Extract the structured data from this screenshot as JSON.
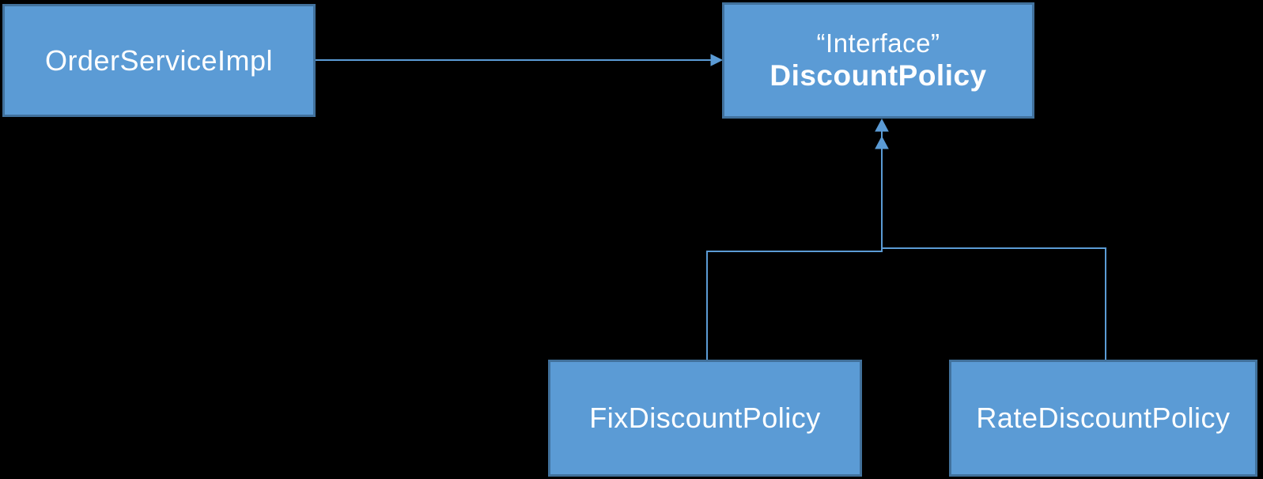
{
  "diagram": {
    "colors": {
      "background": "#000000",
      "node_fill": "#5B9BD5",
      "node_border": "#41719C",
      "connector": "#5B9BD5",
      "text": "#FFFFFF"
    },
    "nodes": {
      "order_service": {
        "label": "OrderServiceImpl"
      },
      "discount_policy": {
        "stereotype": "“Interface”",
        "label": "DiscountPolicy"
      },
      "fix_discount": {
        "label": "FixDiscountPolicy"
      },
      "rate_discount": {
        "label": "RateDiscountPolicy"
      }
    },
    "relations": [
      {
        "from": "OrderServiceImpl",
        "to": "DiscountPolicy",
        "kind": "uses"
      },
      {
        "from": "FixDiscountPolicy",
        "to": "DiscountPolicy",
        "kind": "implements"
      },
      {
        "from": "RateDiscountPolicy",
        "to": "DiscountPolicy",
        "kind": "implements"
      }
    ]
  }
}
